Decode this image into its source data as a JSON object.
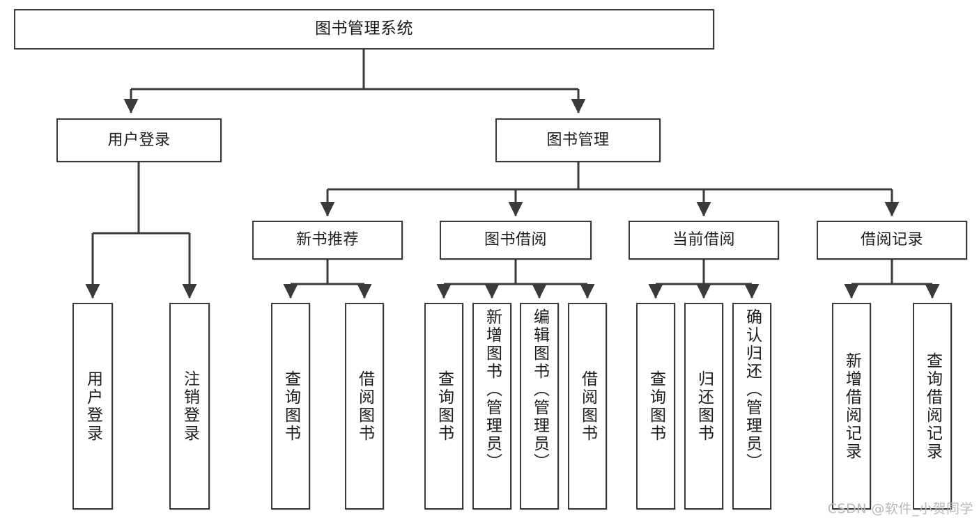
{
  "diagram": {
    "type": "tree",
    "title": "图书管理系统",
    "root": {
      "id": "root",
      "label": "图书管理系统"
    },
    "level2": [
      {
        "id": "user-login",
        "label": "用户登录"
      },
      {
        "id": "book-manage",
        "label": "图书管理"
      }
    ],
    "level3": [
      {
        "id": "new-book-rec",
        "label": "新书推荐",
        "parent": "book-manage"
      },
      {
        "id": "book-borrow",
        "label": "图书借阅",
        "parent": "book-manage"
      },
      {
        "id": "current-borrow",
        "label": "当前借阅",
        "parent": "book-manage"
      },
      {
        "id": "borrow-record",
        "label": "借阅记录",
        "parent": "book-manage"
      }
    ],
    "leaves": [
      {
        "id": "leaf-user-login",
        "label": "用户登录",
        "parent": "user-login"
      },
      {
        "id": "leaf-logout",
        "label": "注销登录",
        "parent": "user-login"
      },
      {
        "id": "leaf-query-book-1",
        "label": "查询图书",
        "parent": "new-book-rec"
      },
      {
        "id": "leaf-borrow-book-1",
        "label": "借阅图书",
        "parent": "new-book-rec"
      },
      {
        "id": "leaf-query-book-2",
        "label": "查询图书",
        "parent": "book-borrow"
      },
      {
        "id": "leaf-add-book",
        "label": "新增图书（管理员）",
        "parent": "book-borrow"
      },
      {
        "id": "leaf-edit-book",
        "label": "编辑图书（管理员）",
        "parent": "book-borrow"
      },
      {
        "id": "leaf-borrow-book-2",
        "label": "借阅图书",
        "parent": "book-borrow"
      },
      {
        "id": "leaf-query-book-3",
        "label": "查询图书",
        "parent": "current-borrow"
      },
      {
        "id": "leaf-return-book",
        "label": "归还图书",
        "parent": "current-borrow"
      },
      {
        "id": "leaf-confirm-return",
        "label": "确认归还（管理员）",
        "parent": "current-borrow"
      },
      {
        "id": "leaf-add-record",
        "label": "新增借阅记录",
        "parent": "borrow-record"
      },
      {
        "id": "leaf-query-record",
        "label": "查询借阅记录",
        "parent": "borrow-record"
      }
    ]
  },
  "watermark": {
    "text": "CSDN @软件_小贺同学"
  },
  "colors": {
    "stroke": "#3a3a3a",
    "fill": "#ffffff",
    "text": "#1b1b1b",
    "watermark": "#b9b9b9"
  }
}
